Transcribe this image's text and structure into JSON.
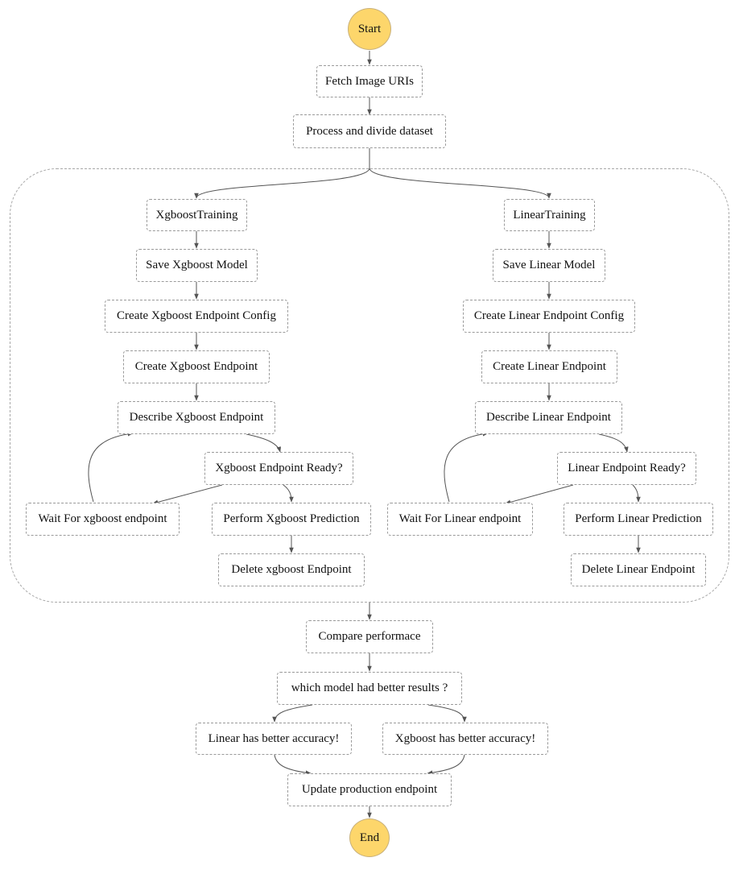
{
  "flow": {
    "start": "Start",
    "end": "End",
    "fetch": "Fetch Image URIs",
    "process": "Process and divide dataset",
    "compare": "Compare performace",
    "which": "which model had better results ?",
    "linear_better": "Linear has better accuracy!",
    "xgb_better": "Xgboost has better accuracy!",
    "update": "Update production endpoint"
  },
  "xgboost_branch": {
    "training": "XgboostTraining",
    "save": "Save Xgboost Model",
    "config": "Create Xgboost Endpoint Config",
    "create": "Create Xgboost Endpoint",
    "describe": "Describe Xgboost Endpoint",
    "ready": "Xgboost Endpoint Ready?",
    "wait": "Wait For xgboost endpoint",
    "predict": "Perform Xgboost Prediction",
    "delete": "Delete xgboost Endpoint"
  },
  "linear_branch": {
    "training": "LinearTraining",
    "save": "Save Linear Model",
    "config": "Create Linear Endpoint Config",
    "create": "Create Linear Endpoint",
    "describe": "Describe Linear Endpoint",
    "ready": "Linear Endpoint Ready?",
    "wait": "Wait For Linear endpoint",
    "predict": "Perform Linear Prediction",
    "delete": "Delete Linear Endpoint"
  },
  "colors": {
    "terminal_fill": "#fdd66b",
    "edge": "#555555",
    "node_border": "#9a9a9a"
  }
}
